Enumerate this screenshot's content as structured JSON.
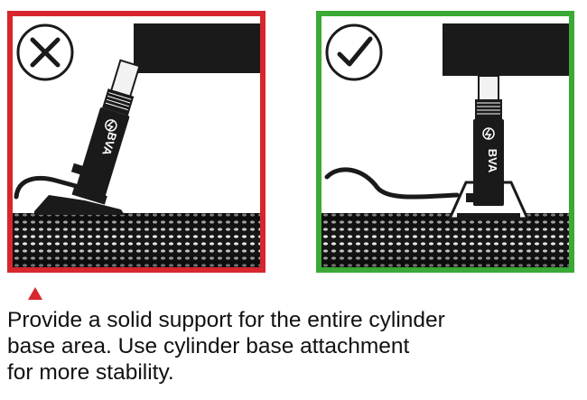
{
  "panels": [
    {
      "id": "incorrect",
      "status_icon": "x-mark-icon",
      "border_color": "#d7262e",
      "brand": "BVA"
    },
    {
      "id": "correct",
      "status_icon": "check-mark-icon",
      "border_color": "#3aa935",
      "brand": "BVA"
    }
  ],
  "marker": {
    "icon": "triangle-up-icon",
    "color": "#d7262e"
  },
  "caption": {
    "line1": "Provide a solid support for the entire cylinder",
    "line2": "base area. Use cylinder base attachment",
    "line3": "for more stability."
  }
}
